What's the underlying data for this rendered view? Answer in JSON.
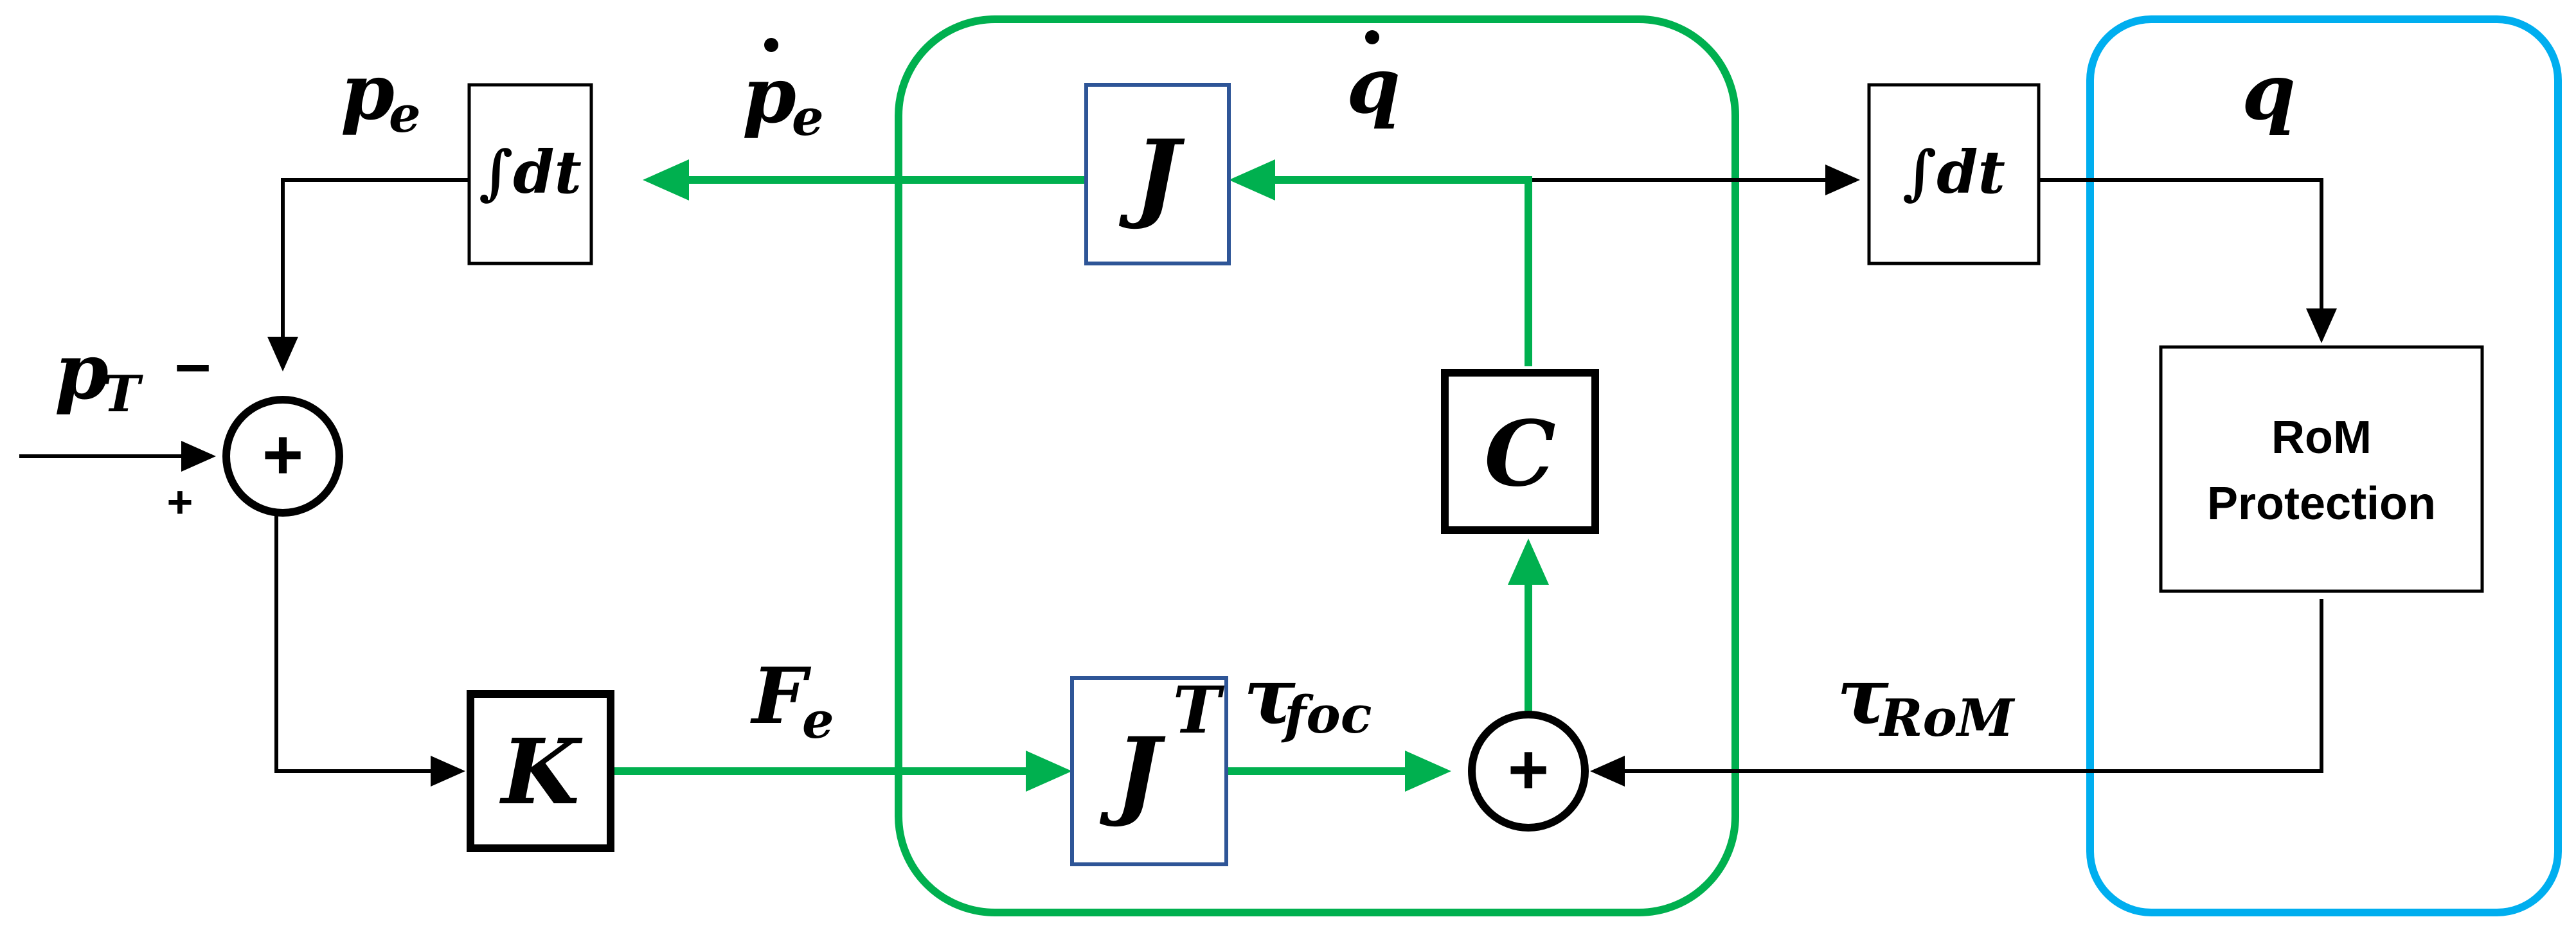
{
  "colors": {
    "green": "#00b04f",
    "blue_box": "#00aeef",
    "block_blue_border": "#2e5597",
    "black": "#000000"
  },
  "labels": {
    "pe": "p",
    "pe_sub": "e",
    "pe_dot": "p",
    "pe_dot_sub": "e",
    "q_dot": "q",
    "q": "q",
    "pT": "p",
    "pT_sub": "T",
    "minus": "–",
    "plus": "+",
    "Fe": "F",
    "Fe_sub": "e",
    "tau_foc": "τ",
    "tau_foc_sub": "foc",
    "tau_rom": "τ",
    "tau_rom_sub": "RoM"
  },
  "blocks": {
    "integrator_left": "∫dt",
    "integrator_right": "∫dt",
    "jacobian": "J",
    "jacobian_transpose": "J",
    "jacobian_transpose_sup": "T",
    "c_block": "C",
    "k_block": "K",
    "summer_symbol": "+",
    "rom_line1": "RoM",
    "rom_line2": "Protection"
  }
}
